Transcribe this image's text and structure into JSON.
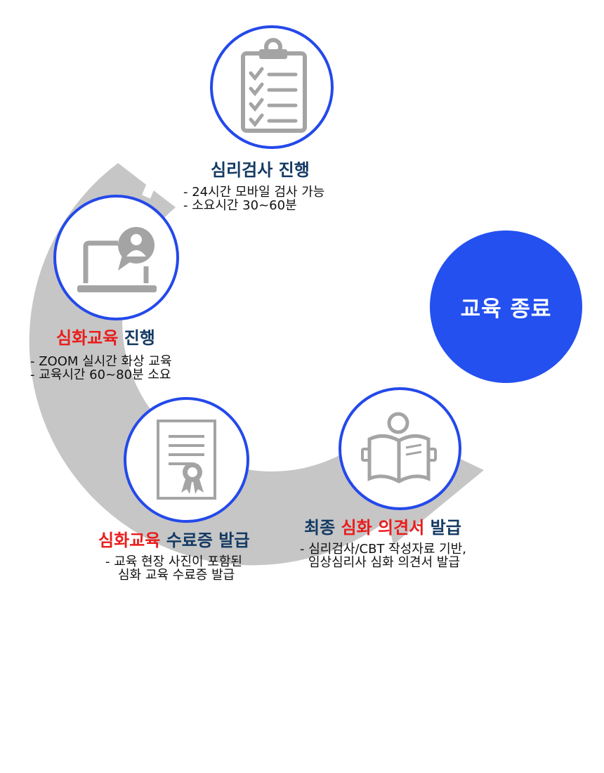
{
  "colors": {
    "circle_border": "#2449ea",
    "end_circle_fill": "#2450f0",
    "title_navy": "#143a63",
    "title_red": "#ea1c1c",
    "arrow_gray": "#c6c6c6",
    "icon_gray": "#a4a4a4"
  },
  "steps": [
    {
      "icon": "clipboard-checklist-icon",
      "title_red": "",
      "title_navy": "심리검사 진행",
      "lines": [
        "- 24시간 모바일 검사 가능",
        "- 소요시간 30~60분"
      ]
    },
    {
      "icon": "laptop-user-icon",
      "title_red": "심화교육",
      "title_navy": "진행",
      "lines": [
        "- ZOOM 실시간 화상 교육",
        "- 교육시간 60~80분 소요"
      ]
    },
    {
      "icon": "certificate-icon",
      "title_red": "심화교육",
      "title_navy": "수료증 발급",
      "lines": [
        "- 교육 현장 사진이 포함된",
        "심화 교육 수료증 발급"
      ]
    },
    {
      "icon": "reading-person-icon",
      "title_navy_prefix": "최종",
      "title_red": "심화 의견서",
      "title_navy": "발급",
      "lines": [
        "- 심리검사/CBT 작성자료 기반,",
        "임상심리사 심화 의견서 발급"
      ]
    }
  ],
  "end": {
    "label": "교육 종료"
  }
}
